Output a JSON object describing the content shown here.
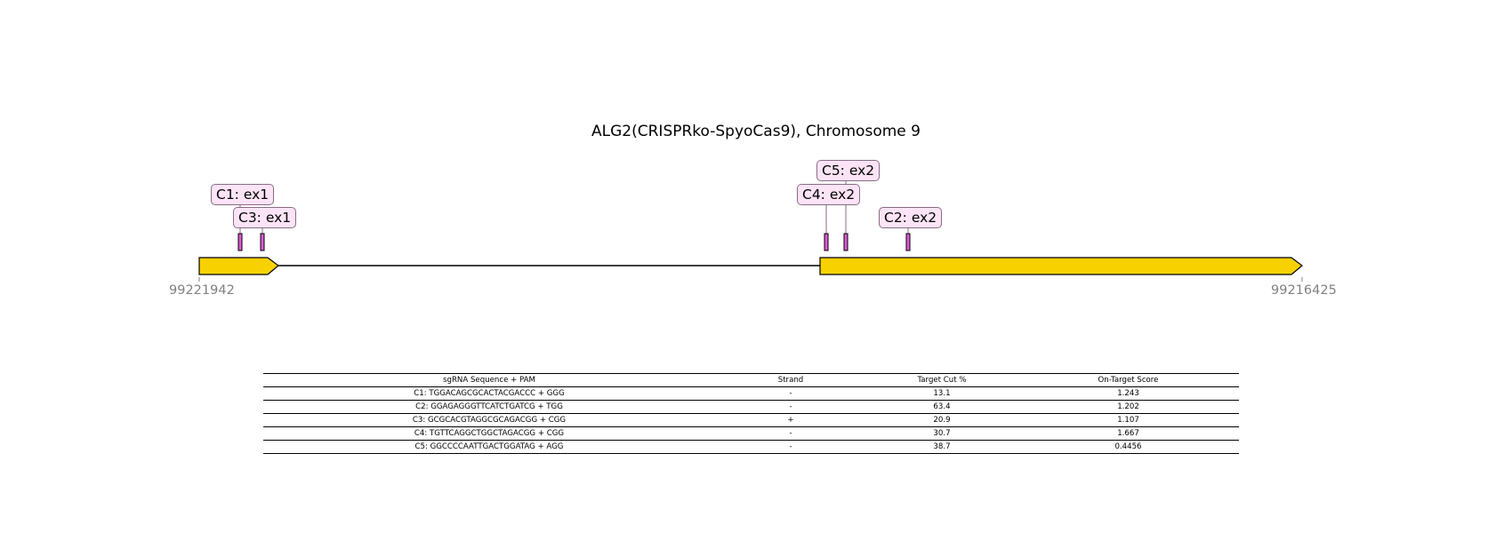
{
  "title": "ALG2(CRISPRko-SpyoCas9), Chromosome 9",
  "coordinates": {
    "left": "99221942",
    "right": "99216425"
  },
  "guides": [
    {
      "label": "C1: ex1"
    },
    {
      "label": "C3: ex1"
    },
    {
      "label": "C4: ex2"
    },
    {
      "label": "C5: ex2"
    },
    {
      "label": "C2: ex2"
    }
  ],
  "colors": {
    "exon": "#f8d200",
    "guide_marker": "#e05ad8",
    "label_bg": "#fce4f6"
  },
  "table": {
    "headers": [
      "sgRNA Sequence + PAM",
      "Strand",
      "Target Cut %",
      "On-Target Score"
    ],
    "rows": [
      [
        "C1: TGGACAGCGCACTACGACCC + GGG",
        "-",
        "13.1",
        "1.243"
      ],
      [
        "C2: GGAGAGGGTTCATCTGATCG + TGG",
        "-",
        "63.4",
        "1.202"
      ],
      [
        "C3: GCGCACGTAGGCGCAGACGG + CGG",
        "+",
        "20.9",
        "1.107"
      ],
      [
        "C4: TGTTCAGGCTGGCTAGACGG + CGG",
        "-",
        "30.7",
        "1.667"
      ],
      [
        "C5: GGCCCCAATTGACTGGATAG + AGG",
        "-",
        "38.7",
        "0.4456"
      ]
    ]
  }
}
